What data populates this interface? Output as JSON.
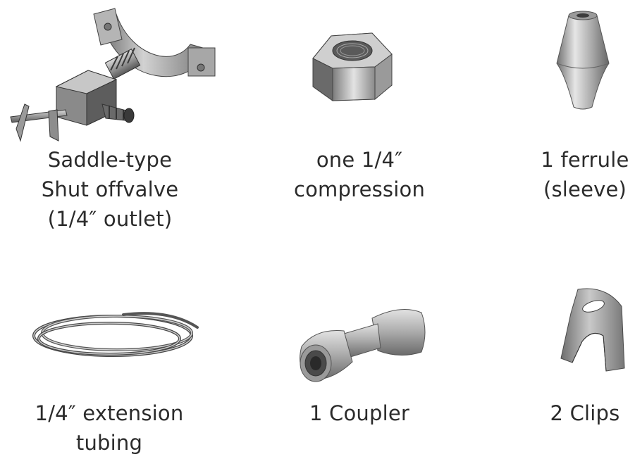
{
  "parts": [
    {
      "id": "saddle-valve",
      "icon": "saddle-valve-icon",
      "lines": [
        "Saddle-type",
        "Shut offvalve",
        "(1/4″ outlet)"
      ]
    },
    {
      "id": "compression-nut",
      "icon": "hex-nut-icon",
      "lines": [
        "one 1/4″",
        "compression"
      ]
    },
    {
      "id": "ferrule",
      "icon": "ferrule-icon",
      "lines": [
        "1 ferrule",
        "(sleeve)"
      ]
    },
    {
      "id": "tubing",
      "icon": "tubing-coil-icon",
      "lines": [
        "1/4″ extension",
        "tubing"
      ]
    },
    {
      "id": "coupler",
      "icon": "coupler-icon",
      "lines": [
        "1 Coupler"
      ]
    },
    {
      "id": "clips",
      "icon": "clip-icon",
      "lines": [
        "2 Clips"
      ]
    }
  ]
}
